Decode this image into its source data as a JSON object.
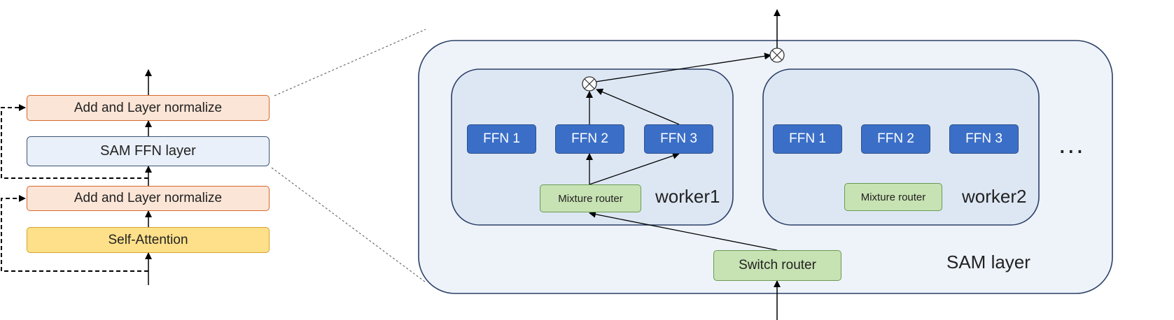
{
  "left_stack": {
    "top_norm": "Add and Layer normalize",
    "sam_ffn": "SAM FFN layer",
    "bottom_norm": "Add and Layer normalize",
    "self_attention": "Self-Attention"
  },
  "sam_layer": {
    "label": "SAM layer",
    "switch_router": "Switch router",
    "ellipsis": "...",
    "workers": [
      {
        "label": "worker1",
        "ffns": [
          "FFN 1",
          "FFN 2",
          "FFN 3"
        ],
        "router": "Mixture router"
      },
      {
        "label": "worker2",
        "ffns": [
          "FFN 1",
          "FFN 2",
          "FFN 3"
        ],
        "router": "Mixture router"
      }
    ]
  },
  "colors": {
    "norm_fill": "#fbe5d6",
    "norm_border": "#d7692f",
    "ffn_fill": "#3b6fc7",
    "router_fill": "#c7e2b3",
    "attention_fill": "#ffe08a",
    "container_fill": "#eef3fa",
    "worker_fill": "#dde7f4"
  }
}
